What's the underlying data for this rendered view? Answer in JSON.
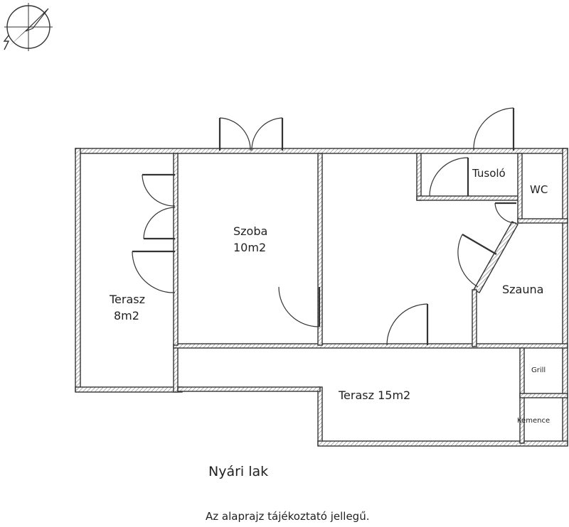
{
  "rooms": {
    "szoba_name": "Szoba",
    "szoba_area": "10m2",
    "terasz_small_name": "Terasz",
    "terasz_small_area": "8m2",
    "tusolo": "Tusoló",
    "wc": "WC",
    "szauna": "Szauna",
    "terasz_large": "Terasz 15m2",
    "grill": "Grill",
    "kemence": "Kemence"
  },
  "title": "Nyári lak",
  "note": "Az alaprajz tájékoztató jellegű.",
  "icons": {
    "compass": "north-arrow-icon"
  }
}
